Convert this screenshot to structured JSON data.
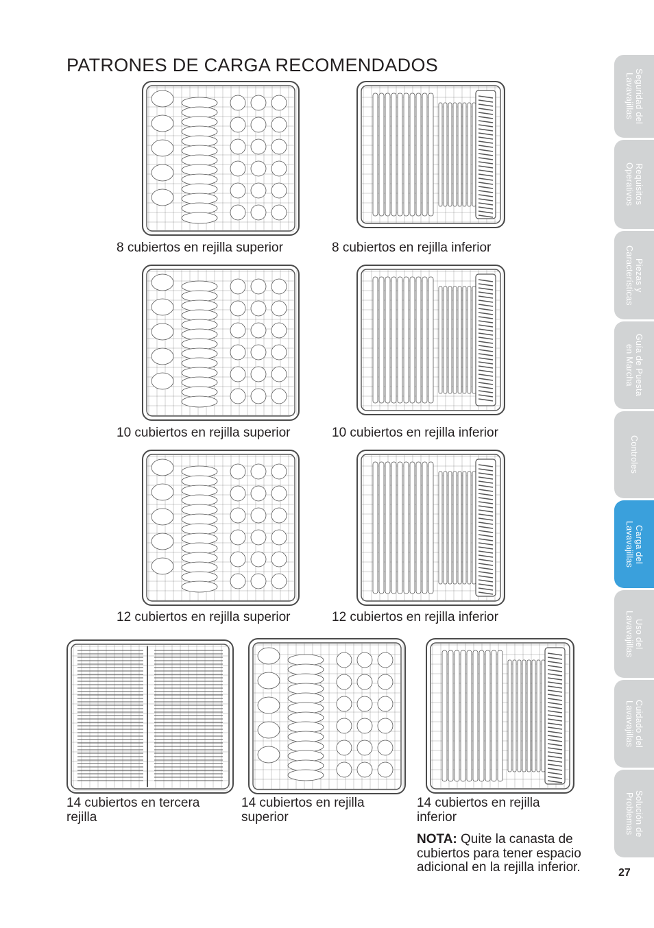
{
  "page": {
    "title": "PATRONES DE CARGA RECOMENDADOS",
    "page_number": "27"
  },
  "figures": [
    {
      "caption": "8 cubiertos en rejilla superior",
      "kind": "upper"
    },
    {
      "caption": "8 cubiertos en rejilla inferior",
      "kind": "lower"
    },
    {
      "caption": "10 cubiertos en rejilla superior",
      "kind": "upper"
    },
    {
      "caption": "10 cubiertos en rejilla inferior",
      "kind": "lower"
    },
    {
      "caption": "12 cubiertos en rejilla superior",
      "kind": "upper"
    },
    {
      "caption": "12 cubiertos en rejilla inferior",
      "kind": "lower"
    },
    {
      "caption": "14 cubiertos en tercera rejilla",
      "kind": "third"
    },
    {
      "caption": "14 cubiertos en rejilla superior",
      "kind": "upper"
    },
    {
      "caption": "14 cubiertos en rejilla inferior",
      "kind": "lower"
    }
  ],
  "note": {
    "label": "NOTA:",
    "text": " Quite la canasta de cubiertos para tener espacio adicional en la rejilla inferior."
  },
  "tabs": [
    {
      "label": "Seguridad del\nLavavajillas",
      "active": false
    },
    {
      "label": "Requisitos\nOperativos",
      "active": false
    },
    {
      "label": "Piezas y\nCaracterísticas",
      "active": false
    },
    {
      "label": "Guía de Puesta\nen Marcha",
      "active": false
    },
    {
      "label": "Controles",
      "active": false
    },
    {
      "label": "Carga del\nLavavajillas",
      "active": true
    },
    {
      "label": "Uso del\nLavavajillas",
      "active": false
    },
    {
      "label": "Cuidado del\nLavavajillas",
      "active": false
    },
    {
      "label": "Solución de\nProblemas",
      "active": false
    }
  ],
  "colors": {
    "tab_inactive": "#d1d3d4",
    "tab_active": "#3aa0dc",
    "text": "#231f20"
  }
}
